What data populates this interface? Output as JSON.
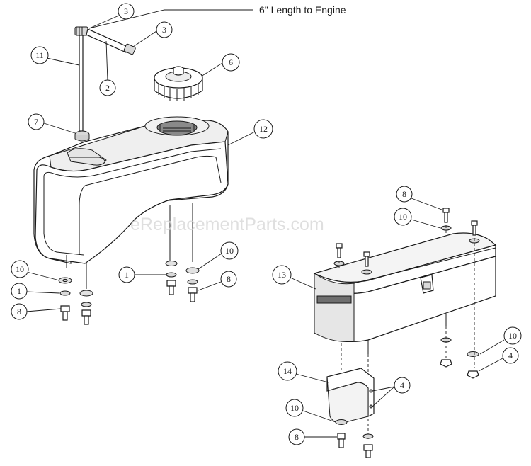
{
  "note": "6\" Length to Engine",
  "watermark": "eReplacementParts.com",
  "callouts": [
    "3",
    "3",
    "2",
    "11",
    "6",
    "7",
    "12",
    "10",
    "1",
    "8",
    "1",
    "10",
    "8",
    "8",
    "10",
    "13",
    "10",
    "4",
    "14",
    "4",
    "10",
    "8"
  ]
}
